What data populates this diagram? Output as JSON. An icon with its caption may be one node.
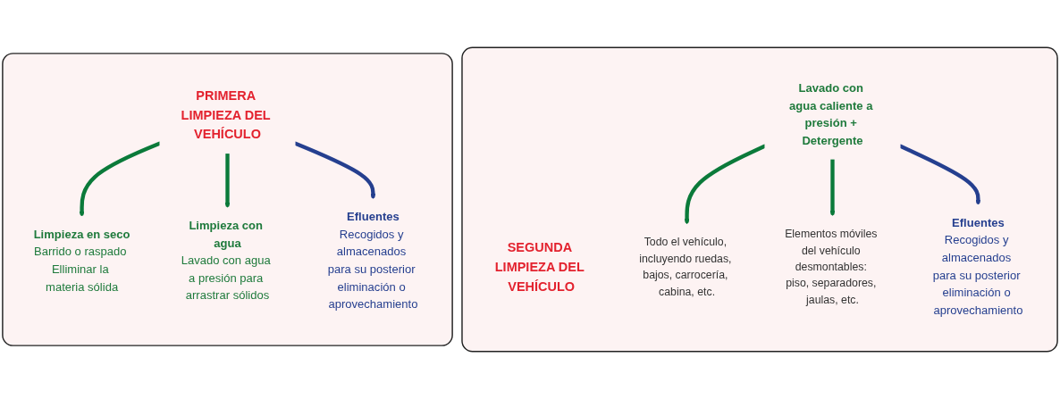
{
  "diagram": {
    "nodes": [
      {
        "text": [],
        "shape": "box"
      },
      {
        "text": [
          "PRIMERA LIMPIEZA DEL VEHÍCULO"
        ],
        "in": 0
      },
      {
        "text": [
          "Limpieza en seco",
          "Barrido o raspado Elliminar la materia sólida"
        ],
        "in": 0
      },
      {
        "text": [
          "Limpieza con agua",
          "Lavado con agua a presión para arrastrar sólidos"
        ],
        "in": 0
      },
      {
        "text": [
          "Efluentes",
          "Recogidos y almacenados para su posterior eliminación o aprovechamiento"
        ],
        "in": 0
      },
      {
        "text": [],
        "shape": "box"
      },
      {
        "text": [
          "SEGUNDA LIMPIEZA DEL VEHÍCULO"
        ],
        "in": 5
      },
      {
        "text": [
          "Lavado con agua caliente a presión + Detergente"
        ],
        "in": 5
      },
      {
        "text": [
          "Todo el vehículo, incluyendo ruedas, bajos, carrocería, cabina, etc."
        ],
        "in": 5
      },
      {
        "text": [
          "Elementos móviles del vehículo desmontables: piso, separadores, jaulas, etc."
        ],
        "in": 5
      },
      {
        "text": [
          "Efluentes",
          "Recogidos y almacenados para su posterior eliminación o aprovechamiento"
        ],
        "in": 5
      }
    ],
    "edges": [
      {
        "from": 1,
        "to": 2,
        "arrow": "to",
        "color": "#0b7a3a"
      },
      {
        "from": 1,
        "to": 3,
        "arrow": "to",
        "color": "#0b7a3a"
      },
      {
        "from": 1,
        "to": 4,
        "arrow": "to",
        "color": "#253f8f"
      },
      {
        "from": 7,
        "to": 8,
        "arrow": "to",
        "color": "#0b7a3a"
      },
      {
        "from": 7,
        "to": 9,
        "arrow": "to",
        "color": "#0b7a3a"
      },
      {
        "from": 7,
        "to": 10,
        "arrow": "to",
        "color": "#253f8f"
      }
    ]
  }
}
